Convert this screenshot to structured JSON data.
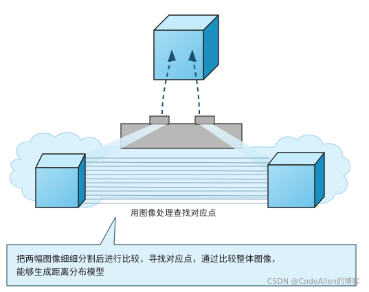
{
  "diagram": {
    "caption": "用图像处理查找对应点",
    "callout": {
      "line1": "把两幅图像细细分割后进行比较，寻找对应点，通过比较整体图像，",
      "line2": "能够生成距离分布模型"
    }
  },
  "colors": {
    "cube_front": "#8fd3ef",
    "cube_top": "#c4ecfa",
    "cube_side": "#1b8fbf",
    "cloud": "#dbf1fb",
    "sensor": "#b8b8b8",
    "arrow": "#1d4f6e"
  },
  "watermark": "CSDN @CodeAllen的博客"
}
